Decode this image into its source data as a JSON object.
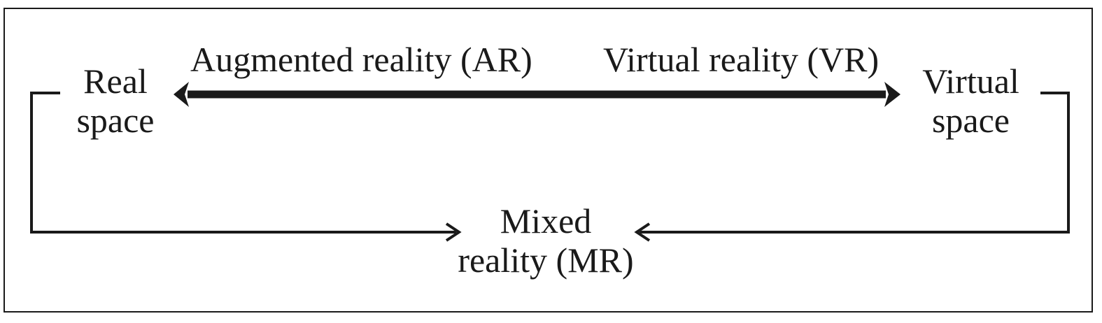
{
  "diagram": {
    "nodes": {
      "real_space": {
        "line1": "Real",
        "line2": "space"
      },
      "virtual_space": {
        "line1": "Virtual",
        "line2": "space"
      },
      "mixed_reality": {
        "line1": "Mixed",
        "line2": "reality (MR)"
      }
    },
    "edge_labels": {
      "augmented_reality": "Augmented reality (AR)",
      "virtual_reality": "Virtual reality (VR)"
    },
    "edges": [
      {
        "from": "real_space",
        "to": "virtual_space",
        "style": "bidirectional-thick"
      },
      {
        "from": "real_space",
        "to": "mixed_reality",
        "style": "elbow-arrow"
      },
      {
        "from": "virtual_space",
        "to": "mixed_reality",
        "style": "elbow-arrow"
      }
    ],
    "colors": {
      "ink": "#1a1a1a",
      "background": "#ffffff"
    }
  }
}
